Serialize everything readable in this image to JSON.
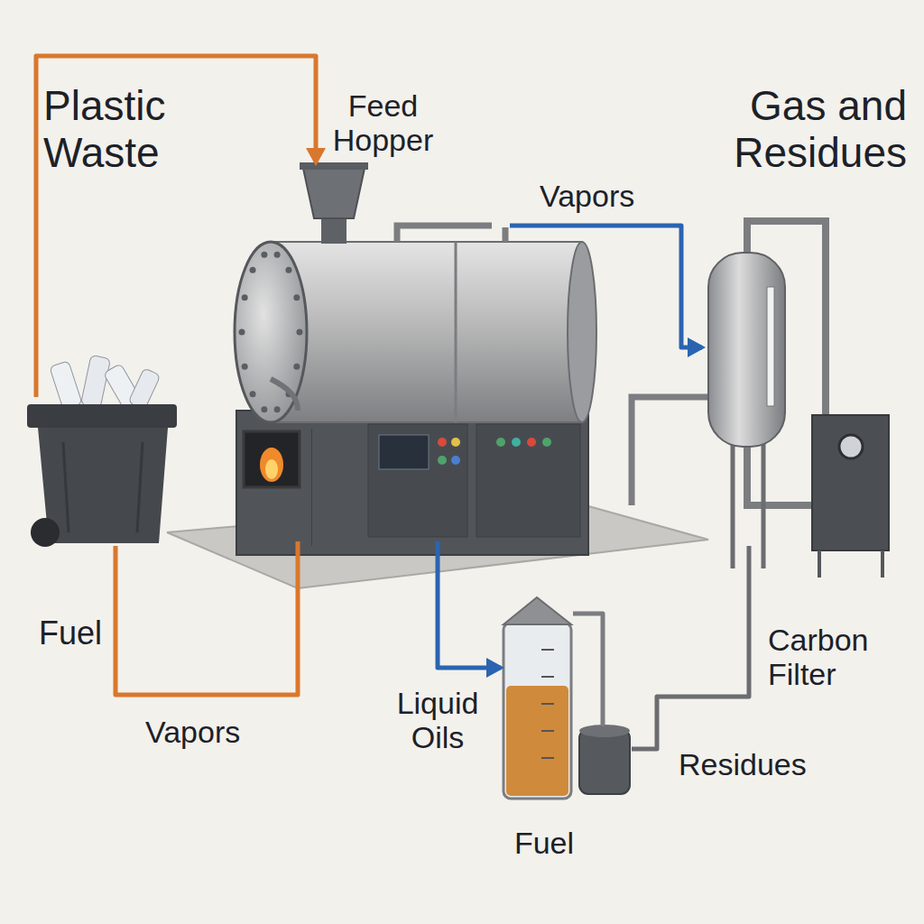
{
  "diagram": {
    "nodes": [
      {
        "text": [
          "Plastic Waste"
        ]
      },
      {
        "text": [
          "Feed Hopper"
        ]
      },
      {
        "text": [
          "Gas and Residues"
        ]
      },
      {
        "text": [
          "Liquid Oils",
          "Fuel"
        ]
      },
      {
        "text": [
          "Residues"
        ]
      }
    ],
    "edges": [
      {
        "from": 0,
        "to": 1,
        "arrow": "to"
      },
      {
        "from": 1,
        "to": 2,
        "label": "Vapors",
        "arrow": "to"
      },
      {
        "from": 1,
        "to": 0,
        "arrow": "none"
      },
      {
        "from": 1,
        "to": 3,
        "arrow": "to"
      },
      {
        "from": 3,
        "to": 4,
        "arrow": "none"
      },
      {
        "from": 2,
        "to": 4,
        "arrow": "none"
      }
    ],
    "labels": [
      "Fuel",
      "Vapors",
      "Carbon Filter"
    ]
  }
}
